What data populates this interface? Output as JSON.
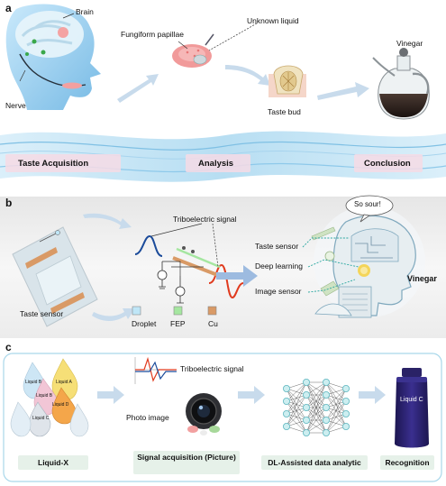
{
  "panel_a": {
    "letter": "a",
    "brain": "Brain",
    "nerve": "Nerve",
    "fungiform": "Fungiform papillae",
    "unknown_liquid": "Unknown liquid",
    "taste_bud": "Taste bud",
    "vinegar": "Vinegar",
    "stages": [
      "Taste Acquisition",
      "Analysis",
      "Conclusion"
    ]
  },
  "panel_b": {
    "letter": "b",
    "triboelectric": "Triboelectric signal",
    "taste_sensor_left": "Taste sensor",
    "legend": [
      "Droplet",
      "FEP",
      "Cu"
    ],
    "taste_sensor_right": "Taste sensor",
    "deep_learning": "Deep learning",
    "image_sensor": "Image sensor",
    "vinegar": "Vinegar",
    "speech": "So sour!"
  },
  "panel_c": {
    "letter": "c",
    "droplets": [
      "Liquid A",
      "Liquid B",
      "Liquid C",
      "Liquid D",
      "Liquid B"
    ],
    "triboelectric": "Triboelectric signal",
    "photo_image": "Photo image",
    "bottle_label": "Liquid C",
    "boxes": [
      "Liquid-X",
      "Signal acquisition (Picture)",
      "DL-Assisted data analytic",
      "Recognition"
    ]
  },
  "colors": {
    "wave": "#b8dcef",
    "panel_b_bg": "#eeeeee",
    "panel_c_border": "#a9d7ea",
    "arrow": "#c5d8ea",
    "signal_blue": "#1b4b9a",
    "signal_red": "#e03a1e",
    "cu": "#d79a62",
    "fep": "#a5e6a0",
    "droplet": "#bfe6f7"
  }
}
